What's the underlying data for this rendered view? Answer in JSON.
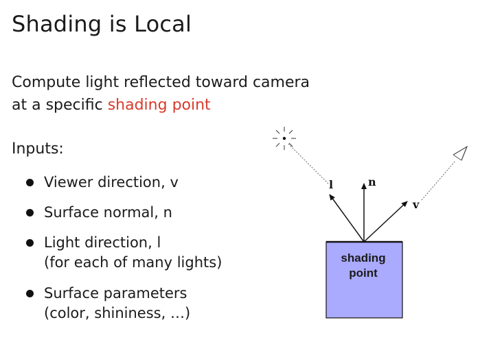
{
  "title": "Shading is Local",
  "intro": {
    "line1": "Compute light reflected toward camera",
    "line2_prefix": "at a specific ",
    "line2_highlight": "shading point"
  },
  "inputs_heading": "Inputs:",
  "bullets": [
    {
      "text": "Viewer direction, v",
      "sub": ""
    },
    {
      "text": "Surface normal, n",
      "sub": ""
    },
    {
      "text": "Light direction, l",
      "sub": "(for each of many lights)"
    },
    {
      "text": "Surface parameters",
      "sub": "(color, shininess, …)"
    }
  ],
  "diagram": {
    "box_label_line1": "shading",
    "box_label_line2": "point",
    "label_l": "l",
    "label_n": "n",
    "label_v": "v"
  },
  "colors": {
    "accent": "#d93a2b",
    "box_fill": "#aaaaff"
  }
}
